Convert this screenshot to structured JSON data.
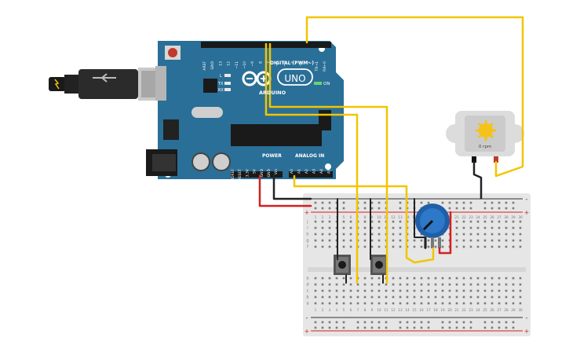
{
  "board": {
    "brand": "ARDUINO",
    "model": "UNO",
    "digital_header": "DIGITAL (PWM~)",
    "power_header": "POWER",
    "analog_header": "ANALOG IN",
    "on_label": "ON",
    "tx_label": "TX",
    "rx_label": "RX",
    "l_label": "L",
    "pin_labels_top": [
      "AREF",
      "GND",
      "13",
      "12",
      "~11",
      "~10",
      "~9",
      "8",
      "7",
      "~6",
      "~5",
      "4",
      "~3",
      "2",
      "TX→1",
      "RX←0"
    ],
    "pin_labels_power": [
      "IOREF",
      "RESET",
      "3.3V",
      "5V",
      "GND",
      "GND",
      "Vin"
    ],
    "pin_labels_analog": [
      "A0",
      "A1",
      "A2",
      "A3",
      "A4",
      "A5"
    ]
  },
  "motor": {
    "speed_label": "0 rpm"
  },
  "breadboard": {
    "column_numbers": [
      "1",
      "2",
      "3",
      "4",
      "5",
      "6",
      "7",
      "8",
      "9",
      "10",
      "11",
      "12",
      "13",
      "14",
      "15",
      "16",
      "17",
      "18",
      "19",
      "20",
      "21",
      "22",
      "23",
      "24",
      "25",
      "26",
      "27",
      "28",
      "29",
      "30"
    ],
    "row_letters_top": [
      "j",
      "i",
      "h",
      "g",
      "f"
    ],
    "row_letters_bottom": [
      "e",
      "d",
      "c",
      "b",
      "a"
    ],
    "rail_minus": "-",
    "rail_plus": "+"
  },
  "colors": {
    "board_blue": "#2a6f97",
    "wire_yellow": "#f2c500",
    "wire_red": "#d32020",
    "wire_black": "#222222",
    "breadboard": "#e6e6e6",
    "pot_blue": "#1f5fa8"
  }
}
